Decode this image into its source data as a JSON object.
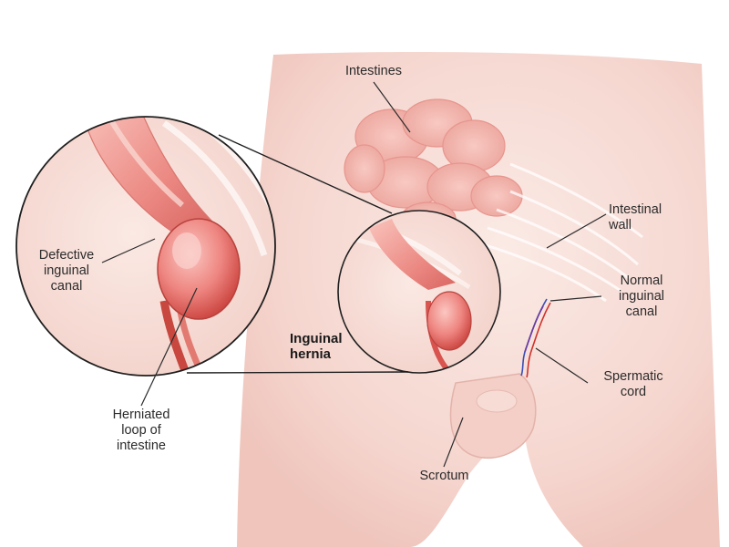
{
  "labels": {
    "intestines": "Intestines",
    "intestinal_wall": "Intestinal\nwall",
    "defective_inguinal_canal": "Defective\ninguinal\ncanal",
    "normal_inguinal_canal": "Normal\ninguinal\ncanal",
    "inguinal_hernia": "Inguinal\nhernia",
    "herniated_loop": "Herniated\nloop of\nintestine",
    "spermatic_cord": "Spermatic\ncord",
    "scrotum": "Scrotum"
  },
  "colors": {
    "skin": "#f6dcd6",
    "skin_light": "#faeae6",
    "tissue": "#ef9b96",
    "tissue_dark": "#d9544f",
    "label_line": "#2b2b2b",
    "vein_blue": "#3a4fb5",
    "vein_red": "#d0302a"
  }
}
